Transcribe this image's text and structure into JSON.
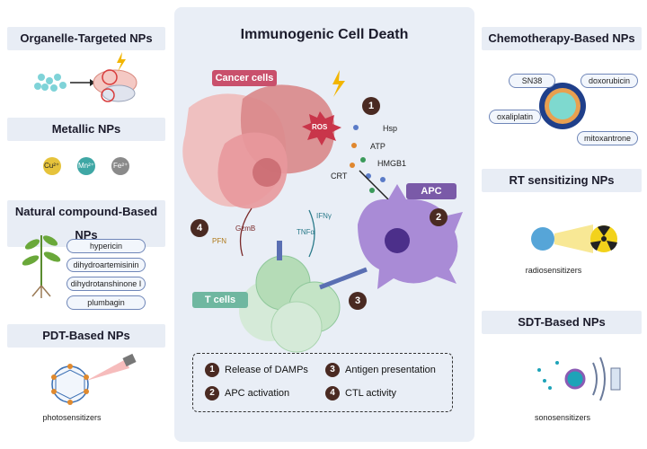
{
  "center": {
    "title": "Immunogenic Cell Death",
    "labels": {
      "cancer_cells": "Cancer cells",
      "apc": "APC",
      "t_cells": "T cells",
      "ros": "ROS",
      "hsp": "Hsp",
      "atp": "ATP",
      "hmgb1": "HMGB1",
      "crt": "CRT",
      "gzmb": "GzmB",
      "pfn": "PFN",
      "ifng": "IFNγ",
      "tnfa": "TNFα"
    },
    "steps": [
      "1",
      "2",
      "3",
      "4"
    ],
    "legend": [
      {
        "num": "1",
        "text": "Release of DAMPs"
      },
      {
        "num": "3",
        "text": "Antigen presentation"
      },
      {
        "num": "2",
        "text": "APC activation"
      },
      {
        "num": "4",
        "text": "CTL activity"
      }
    ]
  },
  "left": {
    "organelle": {
      "title": "Organelle-Targeted NPs"
    },
    "metallic": {
      "title": "Metallic NPs",
      "ions": [
        "Cu²⁺",
        "Mn²⁺",
        "Fe²⁺"
      ]
    },
    "natural": {
      "title": "Natural compound-Based NPs",
      "compounds": [
        "hypericin",
        "dihydroartemisinin",
        "dihydrotanshinone I",
        "plumbagin"
      ]
    },
    "pdt": {
      "title": "PDT-Based NPs",
      "caption": "photosensitizers"
    }
  },
  "right": {
    "chemo": {
      "title": "Chemotherapy-Based NPs",
      "drugs": [
        "SN38",
        "doxorubicin",
        "oxaliplatin",
        "mitoxantrone"
      ]
    },
    "rt": {
      "title": "RT sensitizing NPs",
      "caption": "radiosensitizers"
    },
    "sdt": {
      "title": "SDT-Based NPs",
      "caption": "sonosensitizers"
    }
  },
  "colors": {
    "panel_title_bg": "#e8edf5",
    "cancer_tag": "#c9506c",
    "apc_tag": "#7a5aa8",
    "tcell_tag": "#6fb7a0",
    "step_badge": "#4a2a22"
  }
}
